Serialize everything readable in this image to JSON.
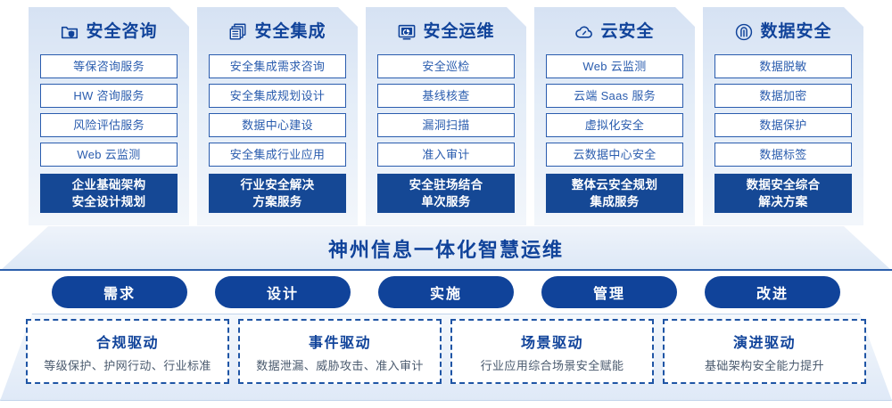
{
  "colors": {
    "primary": "#10439a",
    "card_border": "#2a5cae",
    "solid_fill": "#154895",
    "dashed_border": "#1f55a5",
    "desc_text": "#4a5a6e"
  },
  "cards": [
    {
      "icon": "folder-shield-icon",
      "title": "安全咨询",
      "items": [
        "等保咨询服务",
        "HW 咨询服务",
        "风险评估服务",
        "Web 云监测"
      ],
      "highlight": [
        "企业基础架构",
        "安全设计规划"
      ]
    },
    {
      "icon": "stacked-documents-icon",
      "title": "安全集成",
      "items": [
        "安全集成需求咨询",
        "安全集成规划设计",
        "数据中心建设",
        "安全集成行业应用"
      ],
      "highlight": [
        "行业安全解决",
        "方案服务"
      ]
    },
    {
      "icon": "monitor-chart-icon",
      "title": "安全运维",
      "items": [
        "安全巡检",
        "基线核查",
        "漏洞扫描",
        "准入审计"
      ],
      "highlight": [
        "安全驻场结合",
        "单次服务"
      ]
    },
    {
      "icon": "cloud-icon",
      "title": "云安全",
      "items": [
        "Web 云监测",
        "云端 Saas 服务",
        "虚拟化安全",
        "云数据中心安全"
      ],
      "highlight": [
        "整体云安全规划",
        "集成服务"
      ]
    },
    {
      "icon": "fingerprint-icon",
      "title": "数据安全",
      "items": [
        "数据脱敏",
        "数据加密",
        "数据保护",
        "数据标签"
      ],
      "highlight": [
        "数据安全综合",
        "解决方案"
      ]
    }
  ],
  "banner": {
    "text": "神州信息一体化智慧运维"
  },
  "phases": [
    {
      "label": "需求"
    },
    {
      "label": "设计"
    },
    {
      "label": "实施"
    },
    {
      "label": "管理"
    },
    {
      "label": "改进"
    }
  ],
  "drivers": [
    {
      "title": "合规驱动",
      "desc": "等级保护、护网行动、行业标准"
    },
    {
      "title": "事件驱动",
      "desc": "数据泄漏、威胁攻击、准入审计"
    },
    {
      "title": "场景驱动",
      "desc": "行业应用综合场景安全赋能"
    },
    {
      "title": "演进驱动",
      "desc": "基础架构安全能力提升"
    }
  ]
}
